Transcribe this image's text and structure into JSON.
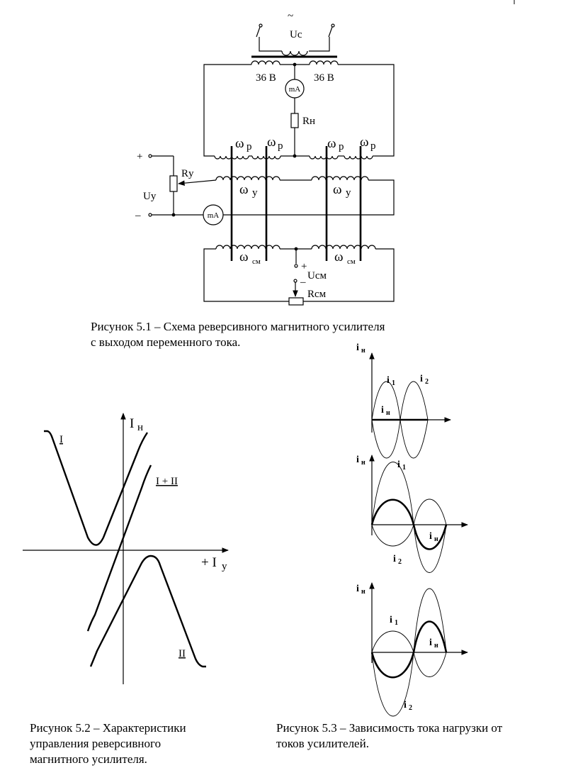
{
  "circuit": {
    "source_symbol": "~",
    "source_label": "Uc",
    "voltage_left": "36 В",
    "voltage_right": "36 В",
    "meter_top": "mA",
    "meter_control": "mA",
    "load_resistor": "Rн",
    "control_resistor": "Rу",
    "control_voltage": "Uу",
    "control_plus": "+",
    "control_minus": "–",
    "winding_work": "ω",
    "winding_work_sub": "р",
    "winding_control": "ω",
    "winding_control_sub": "у",
    "winding_bias": "ω",
    "winding_bias_sub": "см",
    "bias_voltage": "Uсм",
    "bias_plus": "+",
    "bias_minus": "–",
    "bias_resistor": "Rсм"
  },
  "figure2": {
    "y_axis_label": "I",
    "y_axis_sub": "н",
    "x_axis_label": "+ I",
    "x_axis_sub": "у",
    "curve1_label": "I",
    "curve_sum_label": "I + II",
    "curve2_label": "II"
  },
  "figure3": {
    "axis_label": "i",
    "axis_sub": "н",
    "i1": "i",
    "i1_sub": "1",
    "i2": "i",
    "i2_sub": "2",
    "in": "i",
    "in_sub": "н"
  },
  "captions": {
    "fig1": "Рисунок 5.1 – Схема реверсивного магнитного усилителя\nс выходом переменного тока.",
    "fig2": "Рисунок 5.2 – Характеристики\nуправления реверсивного\nмагнитного усилителя.",
    "fig3": "Рисунок 5.3 – Зависимость тока нагрузки от\nтоков усилителей."
  }
}
